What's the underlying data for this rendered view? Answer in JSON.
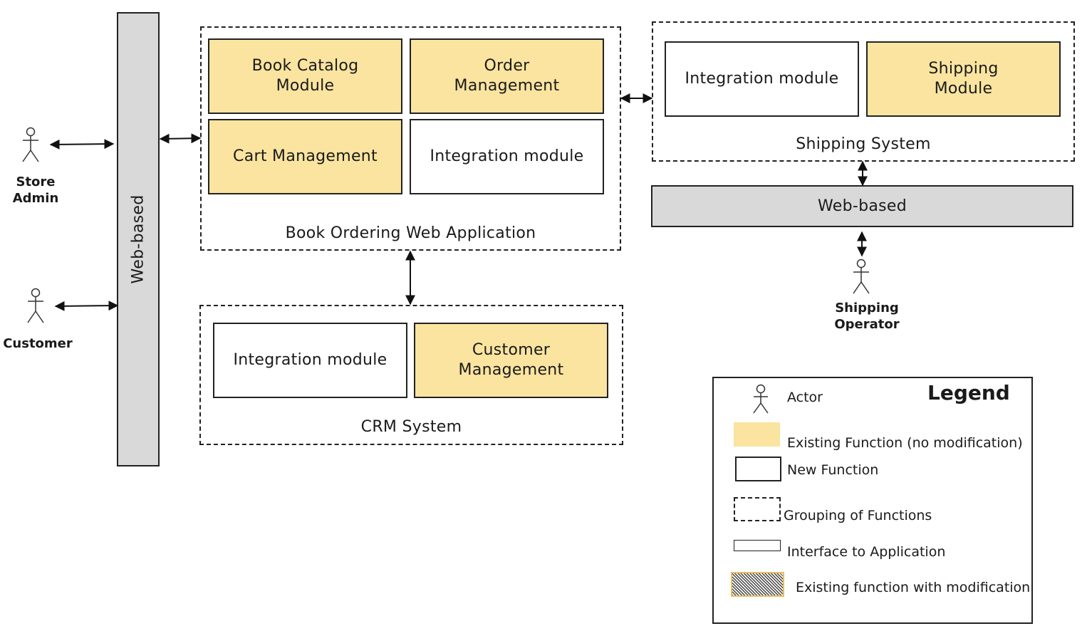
{
  "left_interface": {
    "label": "Web-based"
  },
  "book_app": {
    "label": "Book Ordering Web Application",
    "modules": {
      "catalog": "Book Catalog\nModule",
      "order": "Order\nManagement",
      "cart": "Cart Management",
      "integration": "Integration module"
    }
  },
  "crm": {
    "label": "CRM System",
    "modules": {
      "integration": "Integration module",
      "customer": "Customer\nManagement"
    }
  },
  "shipping": {
    "label": "Shipping System",
    "modules": {
      "integration": "Integration module",
      "shipping": "Shipping\nModule"
    }
  },
  "right_interface": {
    "label": "Web-based"
  },
  "actors": {
    "store_admin": "Store\nAdmin",
    "customer": "Customer",
    "shipping_operator": "Shipping\nOperator"
  },
  "legend": {
    "title": "Legend",
    "actor": "Actor",
    "existing": "Existing Function (no modification)",
    "new": "New Function",
    "grouping": "Grouping of Functions",
    "interface": "Interface to Application",
    "modified": "Existing function with modification"
  },
  "colors": {
    "existing_fill": "#fae4a0",
    "interface_fill": "#d9d9d9",
    "line": "#222222"
  }
}
